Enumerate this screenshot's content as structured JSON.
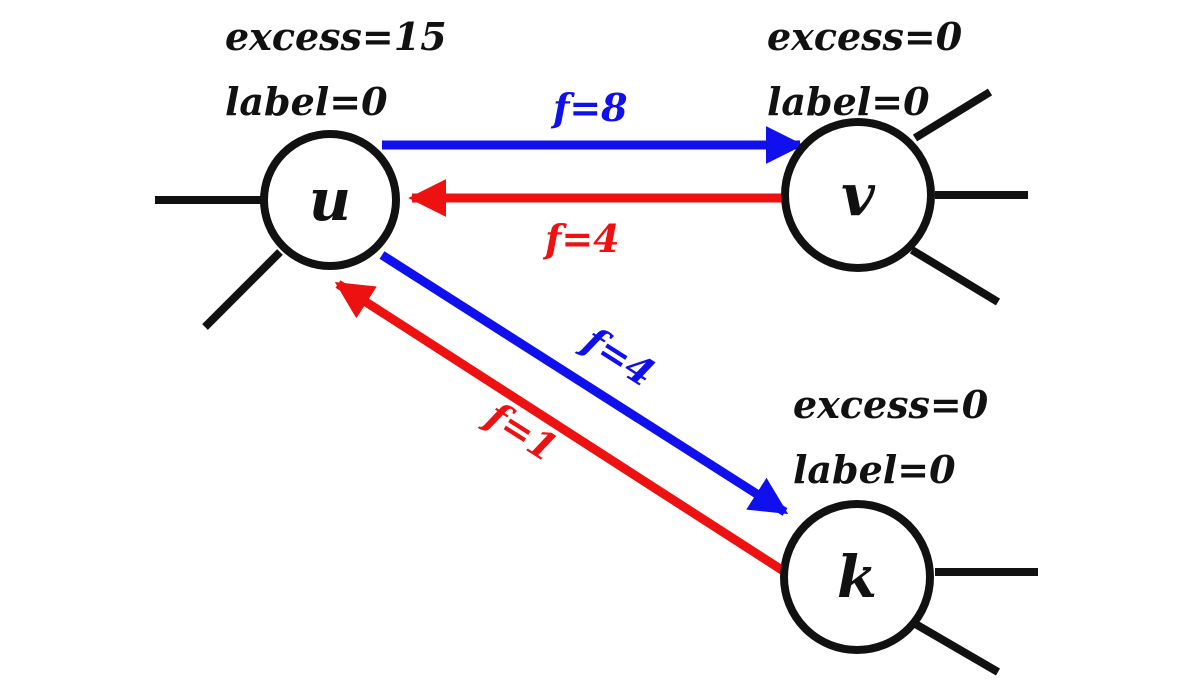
{
  "nodes": {
    "u": {
      "name": "u",
      "excess": "excess=15",
      "label": "label=0"
    },
    "v": {
      "name": "v",
      "excess": "excess=0",
      "label": "label=0"
    },
    "k": {
      "name": "k",
      "excess": "excess=0",
      "label": "label=0"
    }
  },
  "edges": {
    "u_to_v": {
      "flow": "f=8"
    },
    "v_to_u": {
      "flow": "f=4"
    },
    "u_to_k": {
      "flow": "f=4"
    },
    "k_to_u": {
      "flow": "f=1"
    }
  },
  "colors": {
    "forward": "#1010ee",
    "reverse": "#ee1111",
    "node": "#111111"
  }
}
